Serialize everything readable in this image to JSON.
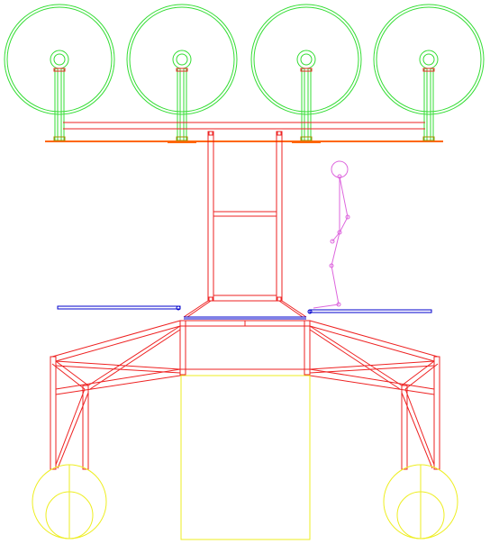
{
  "drawing": {
    "background": "#ffffff",
    "colors": {
      "wheels_top": "#33dd33",
      "frame": "#ee2222",
      "beam": "#ff6600",
      "platform": "#0000cc",
      "figure": "#dd66dd",
      "lower": "#eeee22"
    },
    "components": [
      "top-wheel-assembly",
      "orange-support-beam",
      "vertical-mast-frame",
      "blue-platform-rails",
      "human-scale-figure",
      "lower-truss-chassis",
      "front-wheels",
      "yellow-base-outline"
    ]
  }
}
